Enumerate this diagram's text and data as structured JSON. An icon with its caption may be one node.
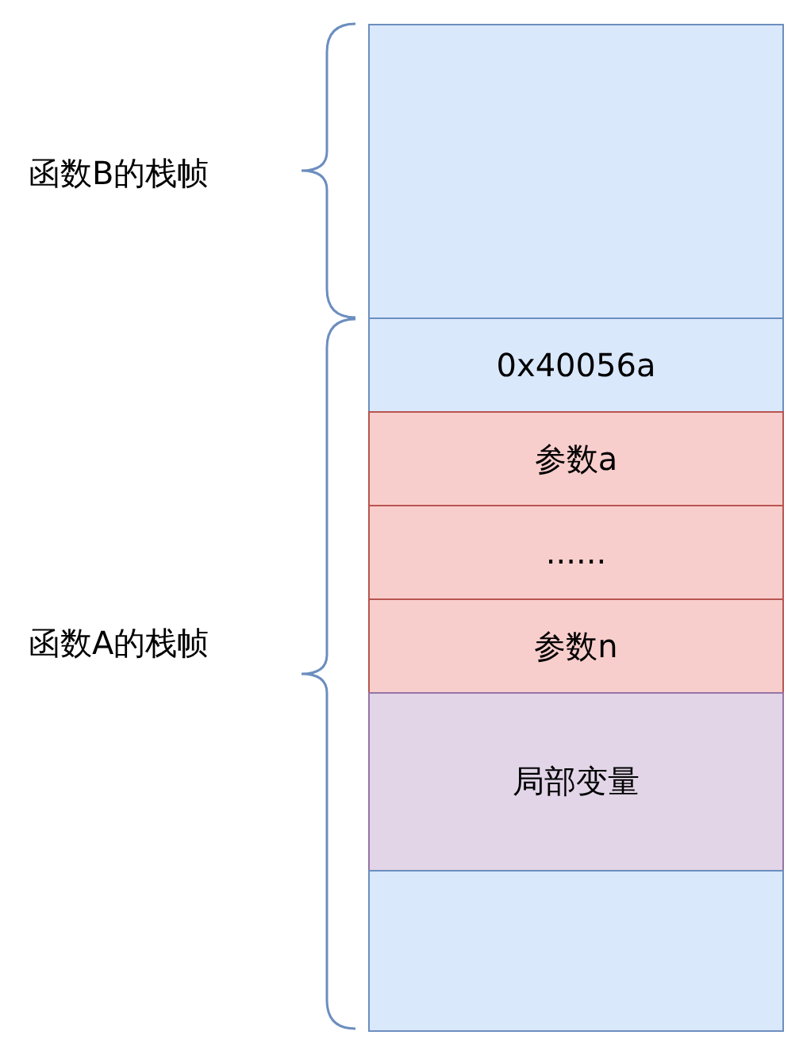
{
  "diagram": {
    "nodes": [
      {
        "text": [],
        "shape": "box"
      },
      {
        "text": [
          "0x40056a"
        ]
      },
      {
        "text": [
          "参数a"
        ]
      },
      {
        "text": [
          "......"
        ]
      },
      {
        "text": [
          "参数n"
        ]
      },
      {
        "text": [
          "局部变量"
        ]
      },
      {
        "text": [],
        "shape": "box"
      }
    ],
    "labels": [
      "函数B的栈帧",
      "函数A的栈帧"
    ]
  }
}
